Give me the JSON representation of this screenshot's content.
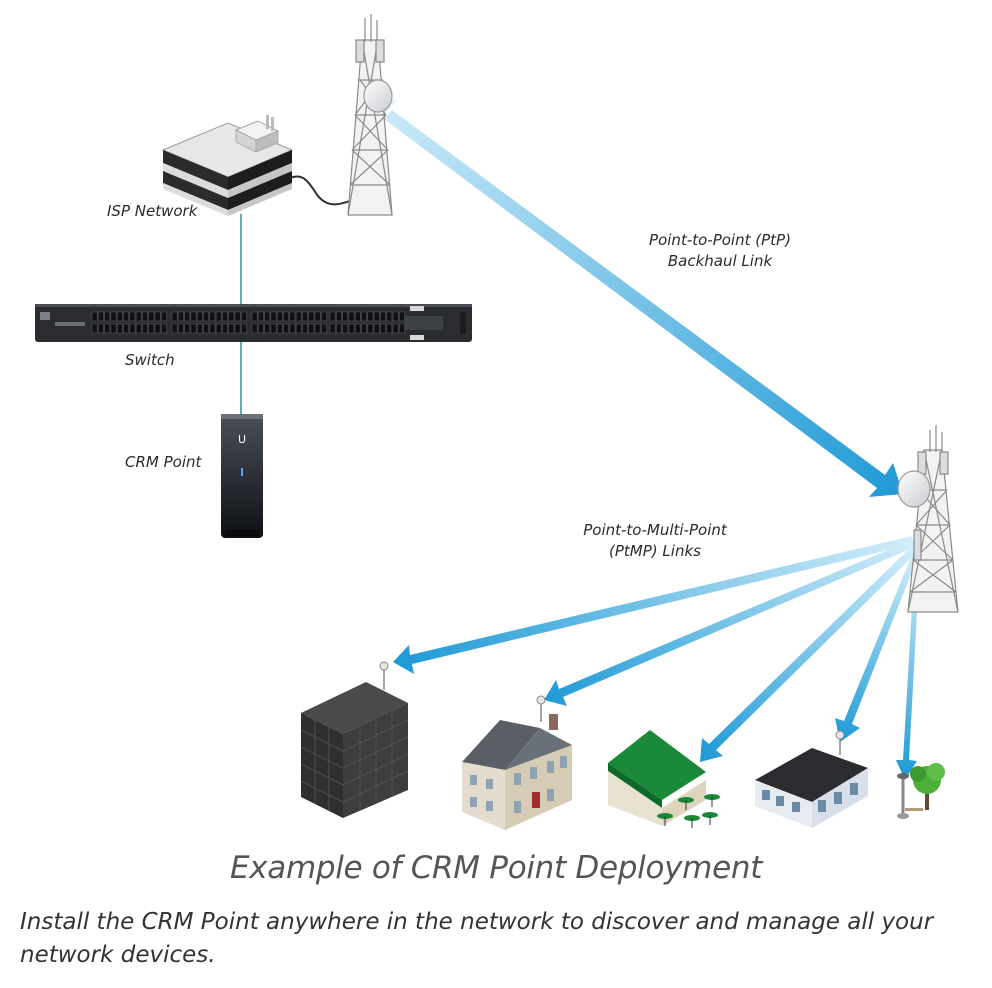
{
  "labels": {
    "isp_network": "ISP Network",
    "switch": "Switch",
    "crm_point": "CRM Point",
    "ptp_line1": "Point-to-Point (PtP)",
    "ptp_line2": "Backhaul Link",
    "ptmp_line1": "Point-to-Multi-Point",
    "ptmp_line2": "(PtMP)  Links"
  },
  "title": "Example of CRM Point Deployment",
  "description": "Install the CRM Point anywhere in the network to discover and manage all your network devices.",
  "colors": {
    "link_blue": "#1f9ad6",
    "link_light": "#bfe6f8",
    "cable": "#3a8a9c",
    "roof_green": "#1a8a3a"
  }
}
